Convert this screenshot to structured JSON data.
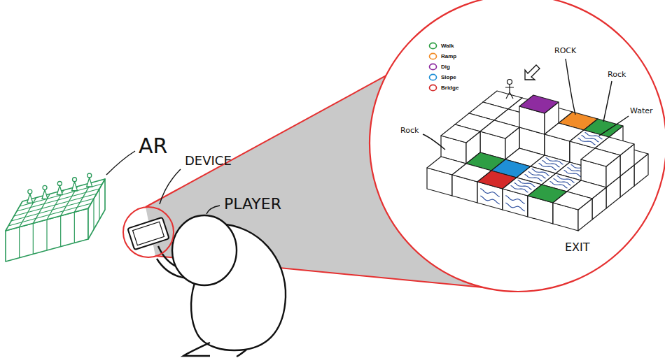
{
  "diagram": {
    "labels": [
      "AR",
      "DEVICE",
      "PLAYER",
      "Rock",
      "ROCK",
      "Rock",
      "Water",
      "EXIT"
    ],
    "legend": [
      {
        "text": "Walk",
        "color": "#2e9e44"
      },
      {
        "text": "Ramp",
        "color": "#f28c28"
      },
      {
        "text": "Dig",
        "color": "#8e2ca0"
      },
      {
        "text": "Slope",
        "color": "#1f8fd6"
      },
      {
        "text": "Bridge",
        "color": "#d42a2a"
      }
    ]
  }
}
